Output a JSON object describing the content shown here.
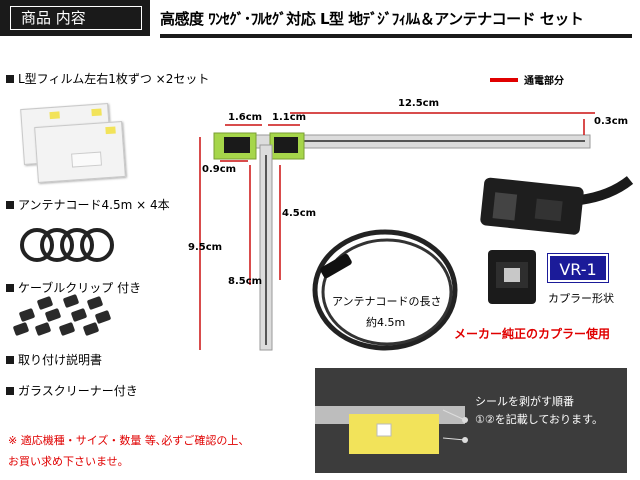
{
  "header": {
    "label": "商品 内容",
    "title": "高感度 ﾜﾝｾｸﾞ･ﾌﾙｾｸﾞ対応 L型 地ﾃﾞｼﾞﾌｨﾙﾑ＆アンテナコード セット"
  },
  "contents": [
    {
      "label": "L型フィルム左右1枚ずつ ×2セット"
    },
    {
      "label": "アンテナコード4.5m × 4本"
    },
    {
      "label": "ケーブルクリップ 付き"
    },
    {
      "label": "取り付け説明書"
    },
    {
      "label": "ガラスクリーナー付き"
    }
  ],
  "warnings": {
    "line1": "※ 適応機種・サイズ・数量 等､必ずご確認の上、",
    "line2": "お買い求め下さいませ。"
  },
  "diagram": {
    "legend": "通電部分",
    "dims": {
      "d1": "1.6cm",
      "d2": "1.1cm",
      "d3": "12.5cm",
      "d4": "0.3cm",
      "d5": "0.9cm",
      "d6": "4.5cm",
      "d7": "9.5cm",
      "d8": "8.5cm"
    },
    "cable_label": "アンテナコードの長さ",
    "cable_length": "約4.5m"
  },
  "connector": {
    "badge": "VR-1",
    "shape_label": "カプラー形状",
    "maker_note": "メーカー純正のカプラー使用"
  },
  "seal_note": {
    "line1": "シールを剥がす順番",
    "line2": "①②を記載しております。"
  },
  "colors": {
    "accent_red": "#e00000",
    "film_green": "#a6d64a",
    "badge_blue": "#1b1b99",
    "tab_yellow": "#f2e35a"
  }
}
